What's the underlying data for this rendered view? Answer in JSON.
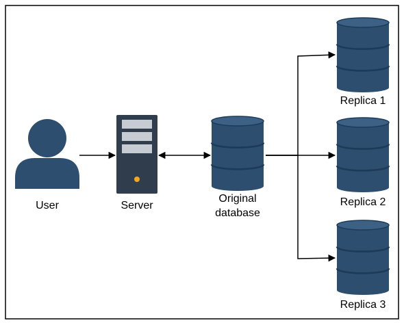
{
  "colors": {
    "node_fill": "#2d4e6e",
    "node_dark": "#1d3a57",
    "node_light": "#3c6185",
    "server_body": "#2f3d4c",
    "server_slot": "#c6ccd2",
    "server_led": "#f5a623",
    "edge": "#000000",
    "frame": "#000000"
  },
  "nodes": {
    "user": {
      "label": "User",
      "icon": "user-icon"
    },
    "server": {
      "label": "Server",
      "icon": "server-icon"
    },
    "original_db": {
      "label": "Original\ndatabase",
      "icon": "database-icon"
    },
    "replica_1": {
      "label": "Replica 1",
      "icon": "database-icon"
    },
    "replica_2": {
      "label": "Replica 2",
      "icon": "database-icon"
    },
    "replica_3": {
      "label": "Replica 3",
      "icon": "database-icon"
    }
  },
  "edges": [
    {
      "from": "user",
      "to": "server",
      "direction": "forward"
    },
    {
      "from": "server",
      "to": "original_db",
      "direction": "both"
    },
    {
      "from": "original_db",
      "to": "replica_1",
      "direction": "forward"
    },
    {
      "from": "original_db",
      "to": "replica_2",
      "direction": "forward"
    },
    {
      "from": "original_db",
      "to": "replica_3",
      "direction": "forward"
    }
  ]
}
